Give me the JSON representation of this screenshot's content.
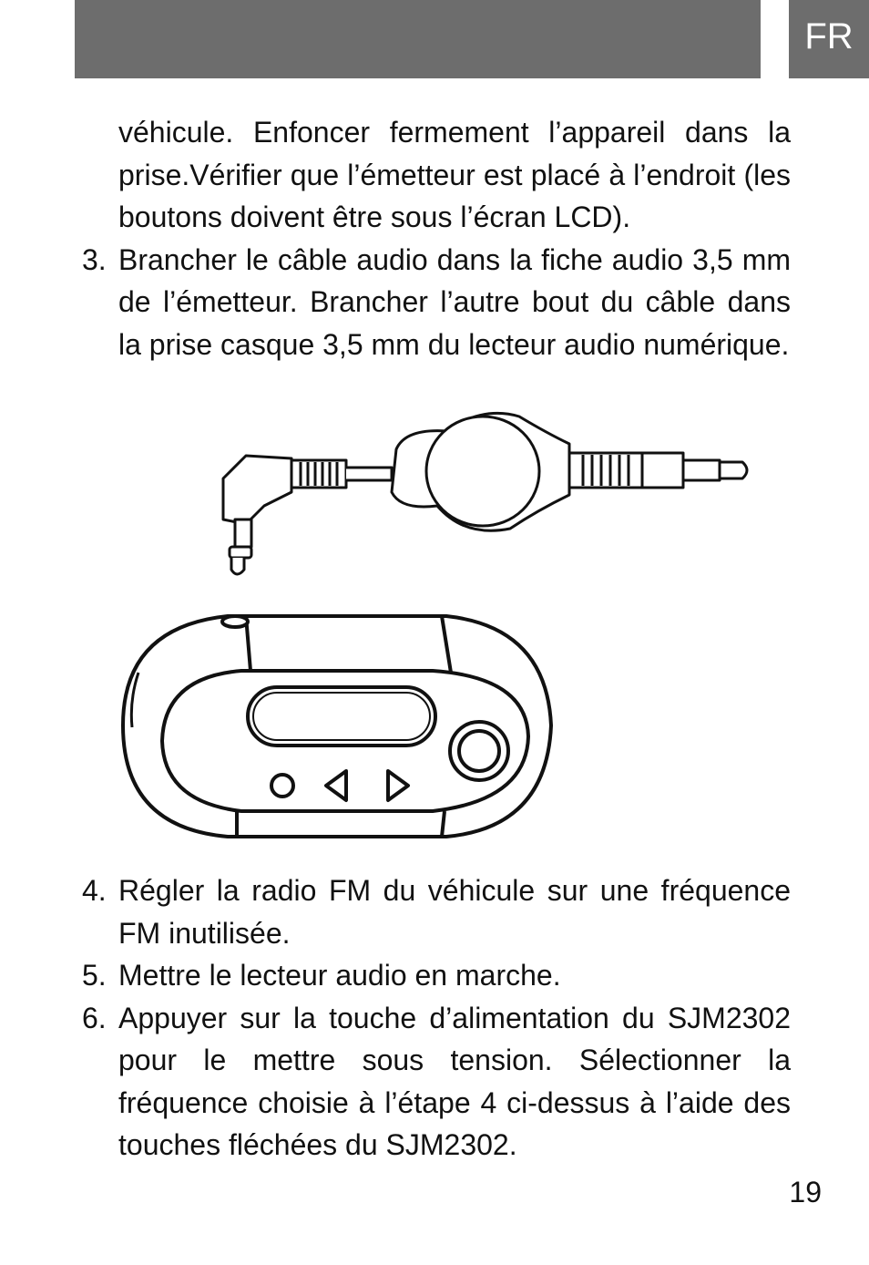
{
  "header": {
    "lang": "FR"
  },
  "content": {
    "continuation": "véhicule. Enfoncer fermement l’appareil dans la prise.Vérifier que l’émetteur est placé à l’endroit (les boutons doivent être sous l’écran LCD).",
    "steps_top": [
      {
        "num": "3.",
        "text": "Brancher le câble audio dans la fiche audio 3,5 mm de l’émetteur.  Brancher l’autre bout du câble dans la prise casque 3,5 mm du lecteur audio numérique."
      }
    ],
    "steps_bottom": [
      {
        "num": "4.",
        "text": "Régler la radio FM du véhicule sur une fréquence FM inutilisée."
      },
      {
        "num": "5.",
        "text": "Mettre le lecteur audio en marche."
      },
      {
        "num": "6.",
        "text": "Appuyer sur la touche d’alimentation du SJM2302 pour le mettre sous tension. Sélectionner la fréquence choisie à l’étape 4 ci-dessus à l’aide des touches fléchées du SJM2302."
      }
    ]
  },
  "illustrations": {
    "cable": {
      "icon": "retractable-audio-cable-illustration"
    },
    "transmitter": {
      "icon": "fm-transmitter-illustration"
    }
  },
  "footer": {
    "page_number": "19"
  }
}
